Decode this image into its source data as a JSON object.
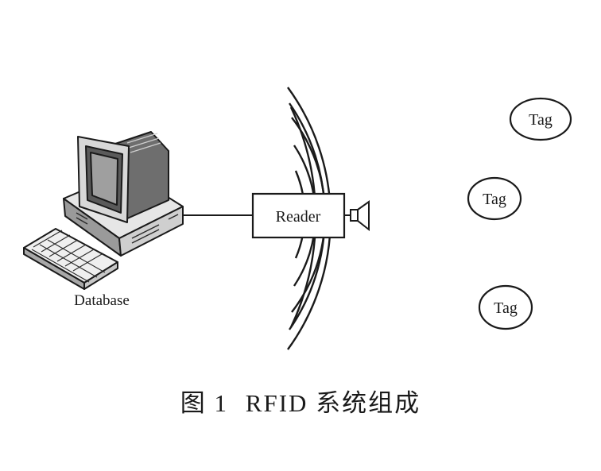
{
  "computer": {
    "label": "Database"
  },
  "reader": {
    "label": "Reader"
  },
  "tags": [
    {
      "label": "Tag"
    },
    {
      "label": "Tag"
    },
    {
      "label": "Tag"
    }
  ],
  "caption": {
    "figure": "图 1",
    "text": "RFID 系统组成"
  }
}
